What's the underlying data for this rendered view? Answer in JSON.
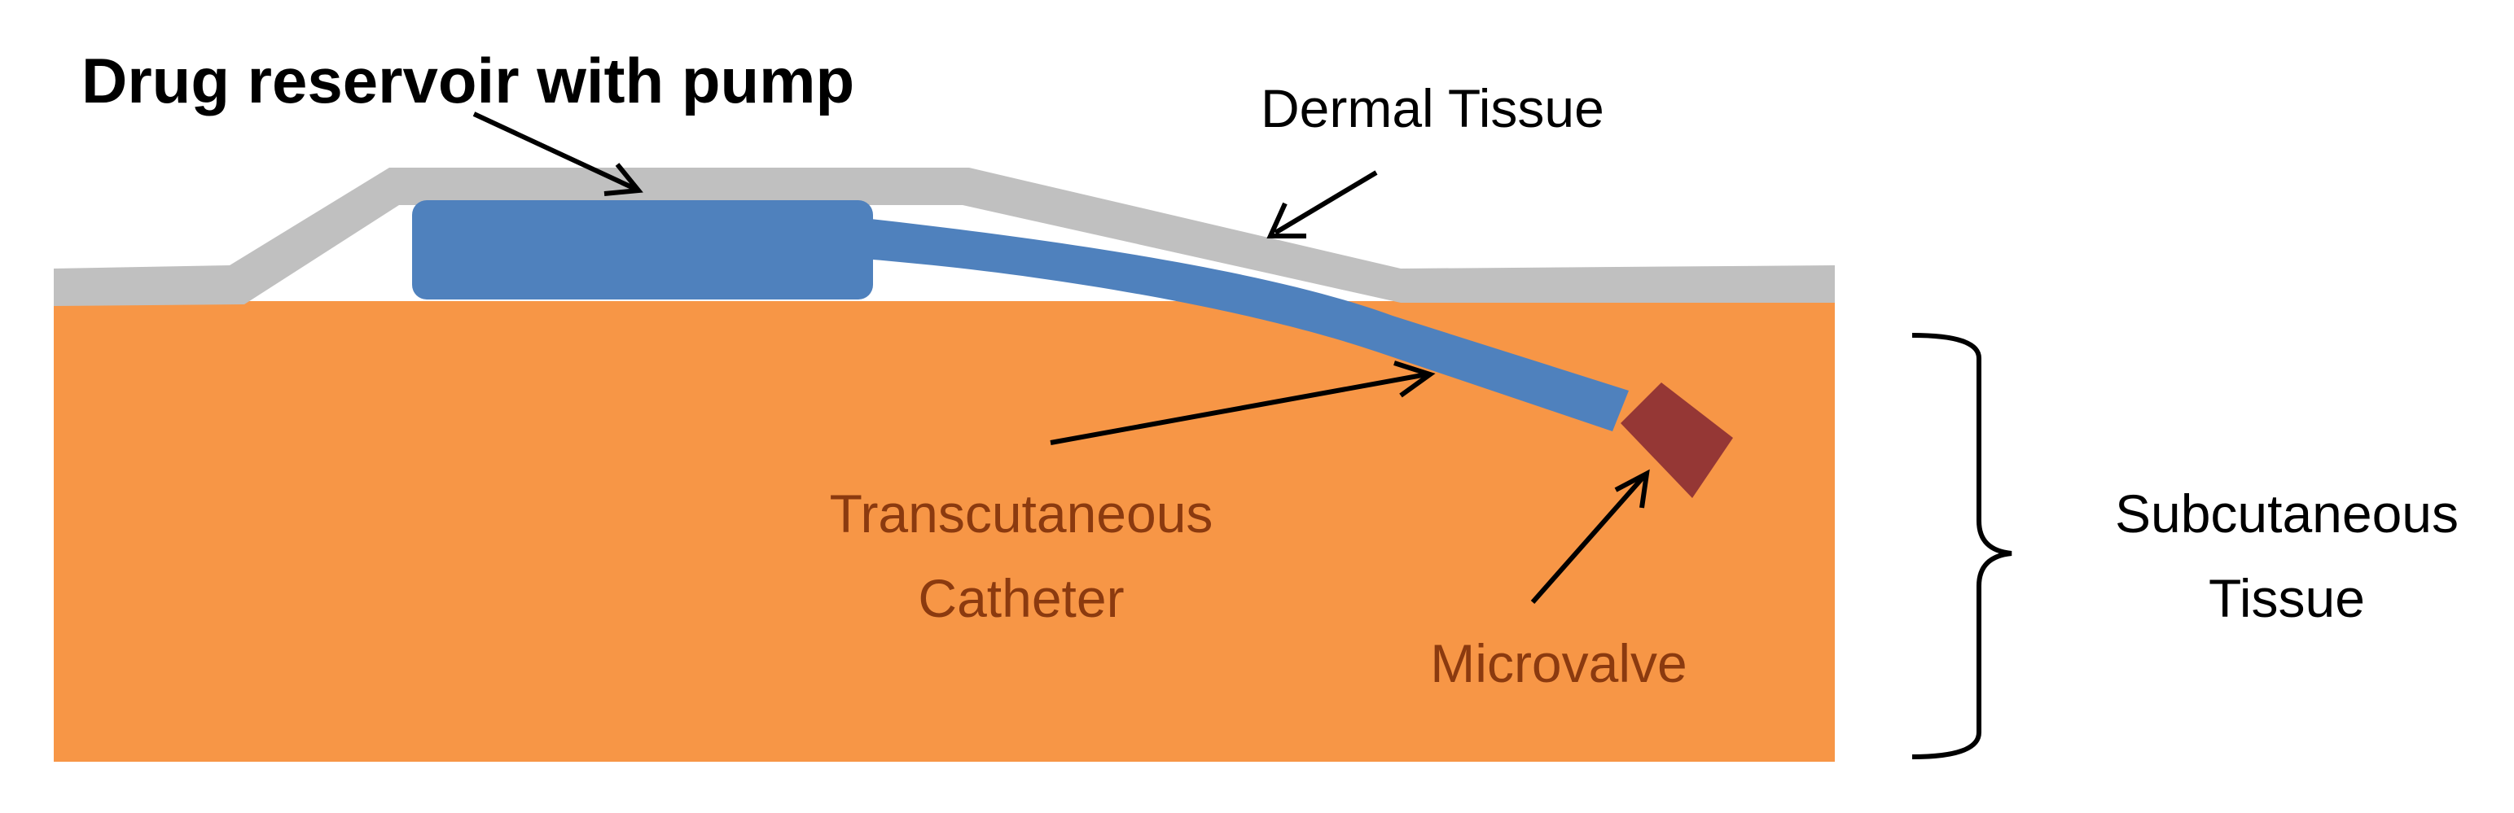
{
  "labels": {
    "reservoir": "Drug reservoir with pump",
    "dermal": "Dermal Tissue",
    "catheter_line1": "Transcutaneous",
    "catheter_line2": "Catheter",
    "microvalve": "Microvalve",
    "subcutaneous_line1": "Subcutaneous",
    "subcutaneous_line2": "Tissue"
  },
  "colors": {
    "subcutaneous_tissue": "#F79646",
    "dermal_tissue": "#C0C0C0",
    "reservoir": "#4F81BD",
    "catheter": "#4F81BD",
    "microvalve": "#953735",
    "catheter_label": "#8B3A0F",
    "microvalve_label": "#8B3A0F",
    "text": "#000000"
  }
}
